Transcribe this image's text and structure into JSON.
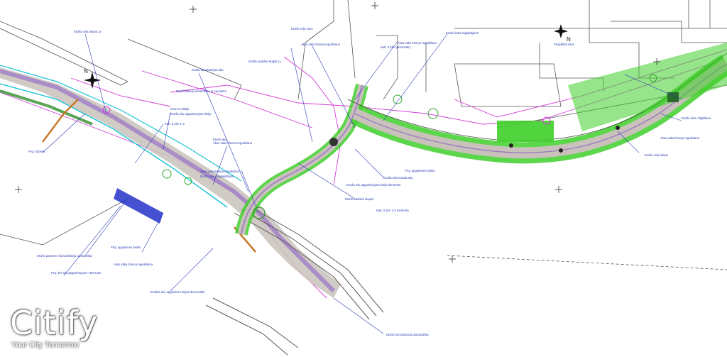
{
  "plan": {
    "annotations": [
      {
        "id": "a1",
        "text": "Esoša ceļa lampa 1x"
      },
      {
        "id": "a2",
        "text": "Ietve ar zālāju"
      },
      {
        "id": "a3",
        "text": "Esoša ielu apgaismojuma līnija"
      },
      {
        "id": "a4",
        "text": "Kab. 0,4kV 1-3"
      },
      {
        "id": "a5",
        "text": "Akas vāka līmeņa regulēšana"
      },
      {
        "id": "a6",
        "text": "Akas vāka līmeņa regulēšana"
      },
      {
        "id": "a7",
        "text": "Esošo koku saglabāšana"
      },
      {
        "id": "a8",
        "text": "Akas vāka līmeņa regulēšana"
      },
      {
        "id": "a9",
        "text": "Esošo pazemes komunikāciju aizsardzība"
      },
      {
        "id": "a10",
        "text": "Proj. apgaismes balsts"
      },
      {
        "id": "a11",
        "text": "Proj. DT ielu apgaismojums 75W LED"
      },
      {
        "id": "a12",
        "text": "Akas vāka līmeņa regulēšana"
      },
      {
        "id": "a13",
        "text": "Esošo kabeļu aizsardzība ar caurulēm"
      },
      {
        "id": "a14",
        "text": "Esoša kanalizācijas aka"
      },
      {
        "id": "a15",
        "text": "Esoša sadales skapis 1x"
      },
      {
        "id": "a16",
        "text": "Esoša ceļa zīme"
      },
      {
        "id": "a17",
        "text": "Akas vāka līmeņa regulēšana"
      },
      {
        "id": "a18",
        "text": "Kab. 0,4kV (demontēt)"
      },
      {
        "id": "a19",
        "text": "Esošs koks saglabājams"
      },
      {
        "id": "a20",
        "text": "Proj. apgaismes balsts"
      },
      {
        "id": "a21",
        "text": "Esoša ūdensvada aka"
      },
      {
        "id": "a22",
        "text": "Esoša ielu apgaismojuma līnija demontēt"
      },
      {
        "id": "a23",
        "text": "Esošs sadales skapis"
      },
      {
        "id": "a24",
        "text": "Kab. 0,4kV 1-3 (rezervē)"
      },
      {
        "id": "a25",
        "text": "Esoša ceļa lampa"
      },
      {
        "id": "a26",
        "text": "Akas vāka līmeņa regulēšana"
      },
      {
        "id": "a27",
        "text": "Esošo koku zāģēšana"
      },
      {
        "id": "a28",
        "text": "Esošas ielu apgaismes līnijas demontāža"
      },
      {
        "id": "a29",
        "text": "Esoša aka"
      },
      {
        "id": "a30",
        "text": "Projektētā ietve"
      },
      {
        "id": "a31",
        "text": "Esošo komunikāciju aizsardzība"
      },
      {
        "id": "a32",
        "text": "Proj. kabelis"
      }
    ],
    "compass": [
      "N",
      "N"
    ],
    "colors": {
      "road": "#c9c2bb",
      "grass": "#3fcf2a",
      "water": "#19c3d6",
      "utility": "#d23bd6",
      "cable": "#1c2bd6",
      "annotation": "#2a3bb5",
      "rail": "#5a5a5a",
      "boundary": "#555555"
    }
  },
  "watermark": {
    "title": "Citify",
    "subtitle": "Your City Tomorrow"
  }
}
